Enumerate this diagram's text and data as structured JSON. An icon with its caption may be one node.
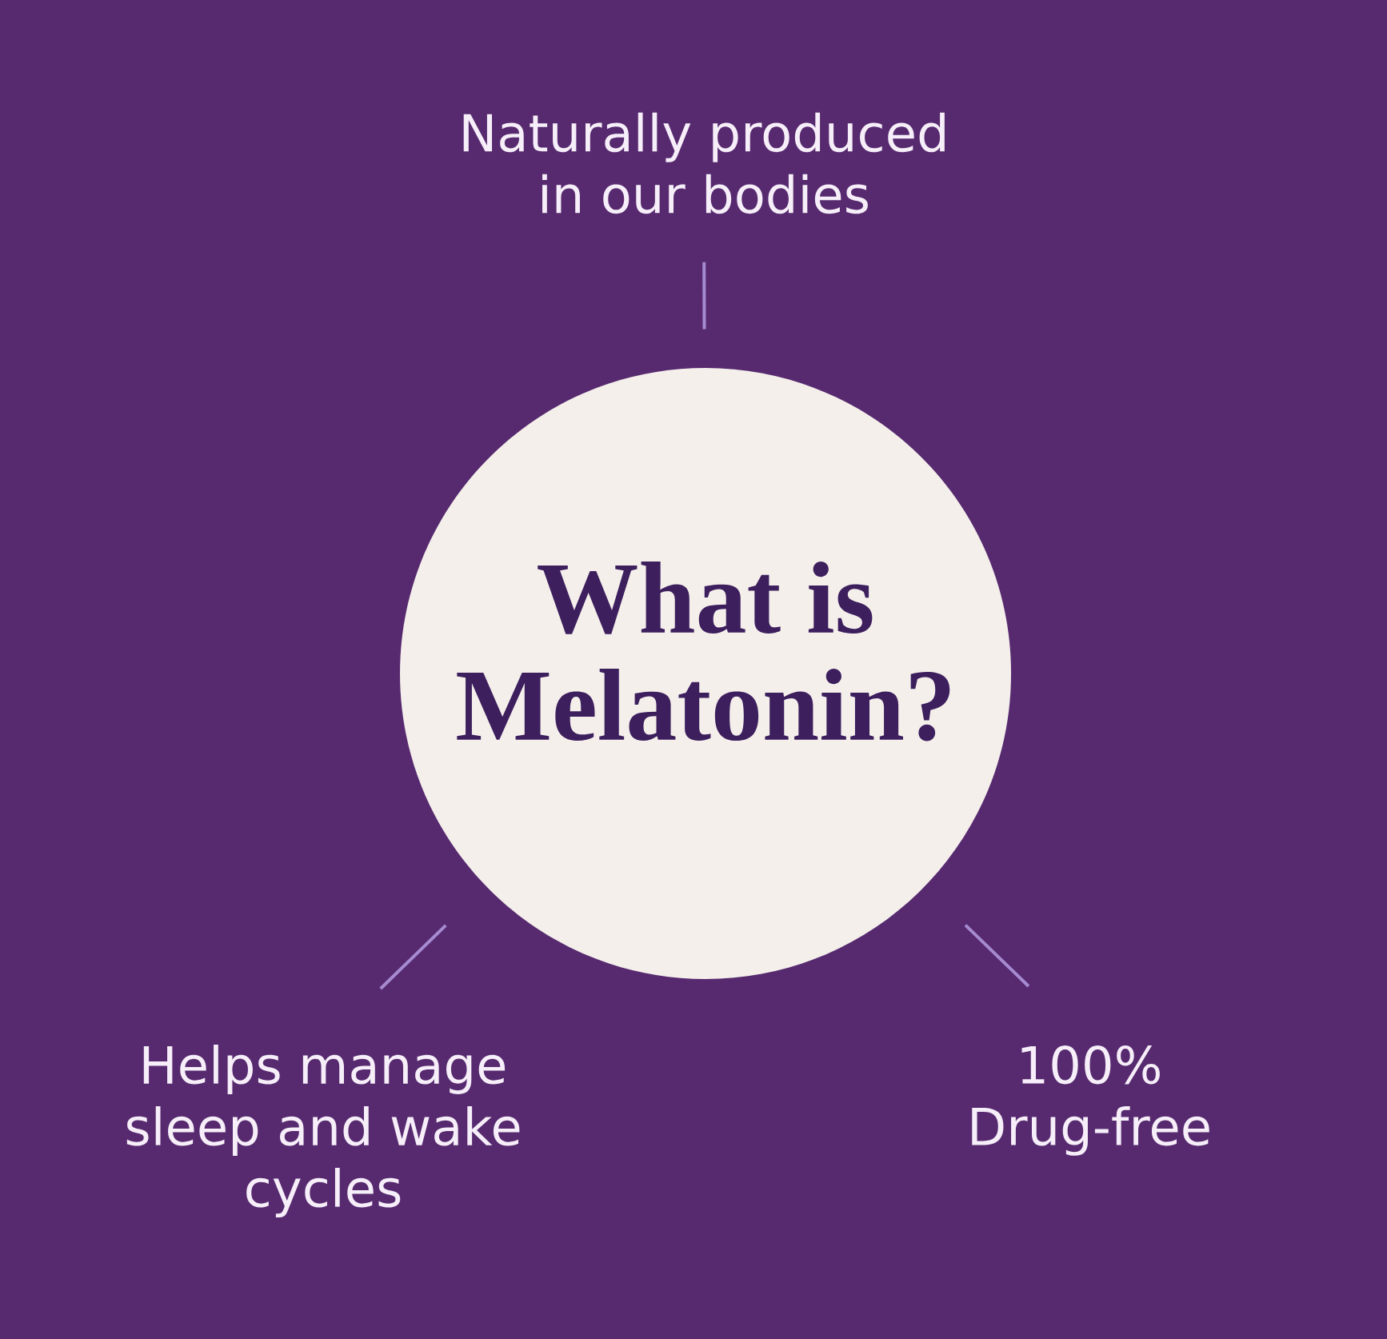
{
  "diagram": {
    "nodes": [
      {
        "text": [
          "Naturally produced in our bodies"
        ]
      },
      {
        "text": [
          "What is Melatonin?"
        ]
      },
      {
        "text": [
          "Helps manage sleep and wake cycles"
        ]
      },
      {
        "text": [
          "100% Drug-free"
        ]
      }
    ],
    "edges": [
      {
        "from": 0,
        "to": 1,
        "arrow": "none"
      },
      {
        "from": 2,
        "to": 1,
        "arrow": "none"
      },
      {
        "from": 3,
        "to": 1,
        "arrow": "none"
      }
    ]
  }
}
